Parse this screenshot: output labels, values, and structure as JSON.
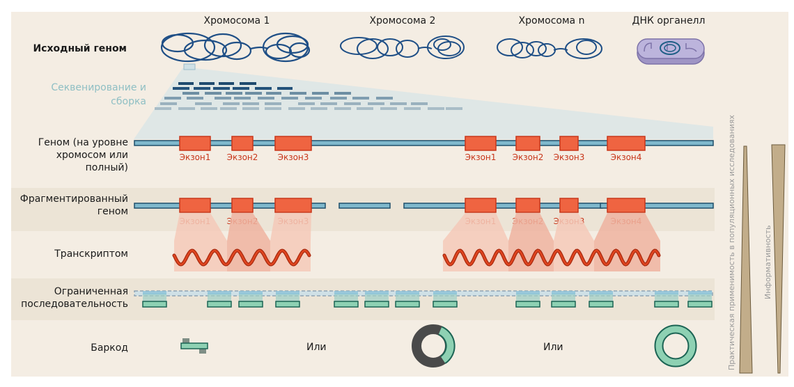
{
  "headers": {
    "chromosome1": "Хромосома 1",
    "chromosome2": "Хромосома 2",
    "chromosome_n": "Хромосома n",
    "organelle_dna": "ДНК органелл"
  },
  "rows": {
    "source_genome": "Исходный геном",
    "sequencing_assembly_line1": "Секвенирование и",
    "sequencing_assembly_line2": "сборка",
    "genome_line1": "Геном (на уровне",
    "genome_line2": "хромосом или",
    "genome_line3": "полный)",
    "fragmented_line1": "Фрагментированный",
    "fragmented_line2": "геном",
    "transcriptome": "Транскриптом",
    "reduced_line1": "Ограниченная",
    "reduced_line2": "последовательность",
    "barcode": "Баркод"
  },
  "exons": {
    "gene1": [
      "Экзон1",
      "Экзон2",
      "Экзон3"
    ],
    "gene2": [
      "Экзон1",
      "Экзон2",
      "Экзон3",
      "Экзон4"
    ]
  },
  "or_labels": [
    "Или",
    "Или"
  ],
  "axes": {
    "applicability": "Практическая применимость в популяционных исследованиях",
    "informativeness": "Информативность"
  },
  "colors": {
    "background": "#f4ede3",
    "band": "#ece4d6",
    "exon_fill": "#ef6441",
    "exon_stroke": "#c8361a",
    "exon_text": "#c8361a",
    "dna_fill": "#7fb8cc",
    "dna_stroke": "#1f4f6b",
    "chromosome": "#1f4f86",
    "barcode_fill": "#8ed1b3",
    "barcode_stroke": "#1c6454",
    "wedge": "#c2ad8a",
    "mito": "#a59bc9"
  }
}
